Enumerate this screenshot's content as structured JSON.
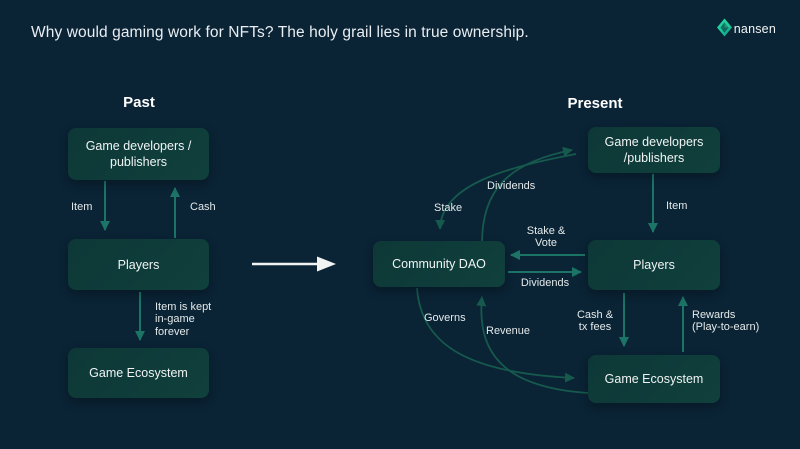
{
  "slide": {
    "title": "Why would gaming work for NFTs? The holy grail lies in true ownership.",
    "brand": "nansen"
  },
  "colors": {
    "background": "#0A2335",
    "node_fill": "#0E3A38",
    "node_text": "#F0F4F4",
    "arrow": "#1C7466",
    "curve_arrow": "#16594D",
    "label_text": "#E4EAEA",
    "transition_arrow": "#F2F4F4",
    "brand_green": "#2CE5A7",
    "brand_teal": "#0B9B84"
  },
  "past": {
    "heading": "Past",
    "nodes": {
      "developers": {
        "line1": "Game developers /",
        "line2": "publishers"
      },
      "players": {
        "label": "Players"
      },
      "ecosystem": {
        "label": "Game Ecosystem"
      }
    },
    "edges": {
      "item": "Item",
      "cash": "Cash",
      "kept": {
        "line1": "Item is kept",
        "line2": "in-game",
        "line3": "forever"
      }
    }
  },
  "present": {
    "heading": "Present",
    "nodes": {
      "developers": {
        "line1": "Game developers",
        "line2": "/publishers"
      },
      "dao": {
        "label": "Community DAO"
      },
      "players": {
        "label": "Players"
      },
      "ecosystem": {
        "label": "Game Ecosystem"
      }
    },
    "edges": {
      "stake_curve": "Stake",
      "dividends_curve": "Dividends",
      "item": "Item",
      "stake_vote": {
        "line1": "Stake &",
        "line2": "Vote"
      },
      "dividends": "Dividends",
      "governs": "Governs",
      "revenue": "Revenue",
      "cash_fees": {
        "line1": "Cash &",
        "line2": "tx fees"
      },
      "rewards": {
        "line1": "Rewards",
        "line2": "(Play-to-earn)"
      }
    }
  }
}
